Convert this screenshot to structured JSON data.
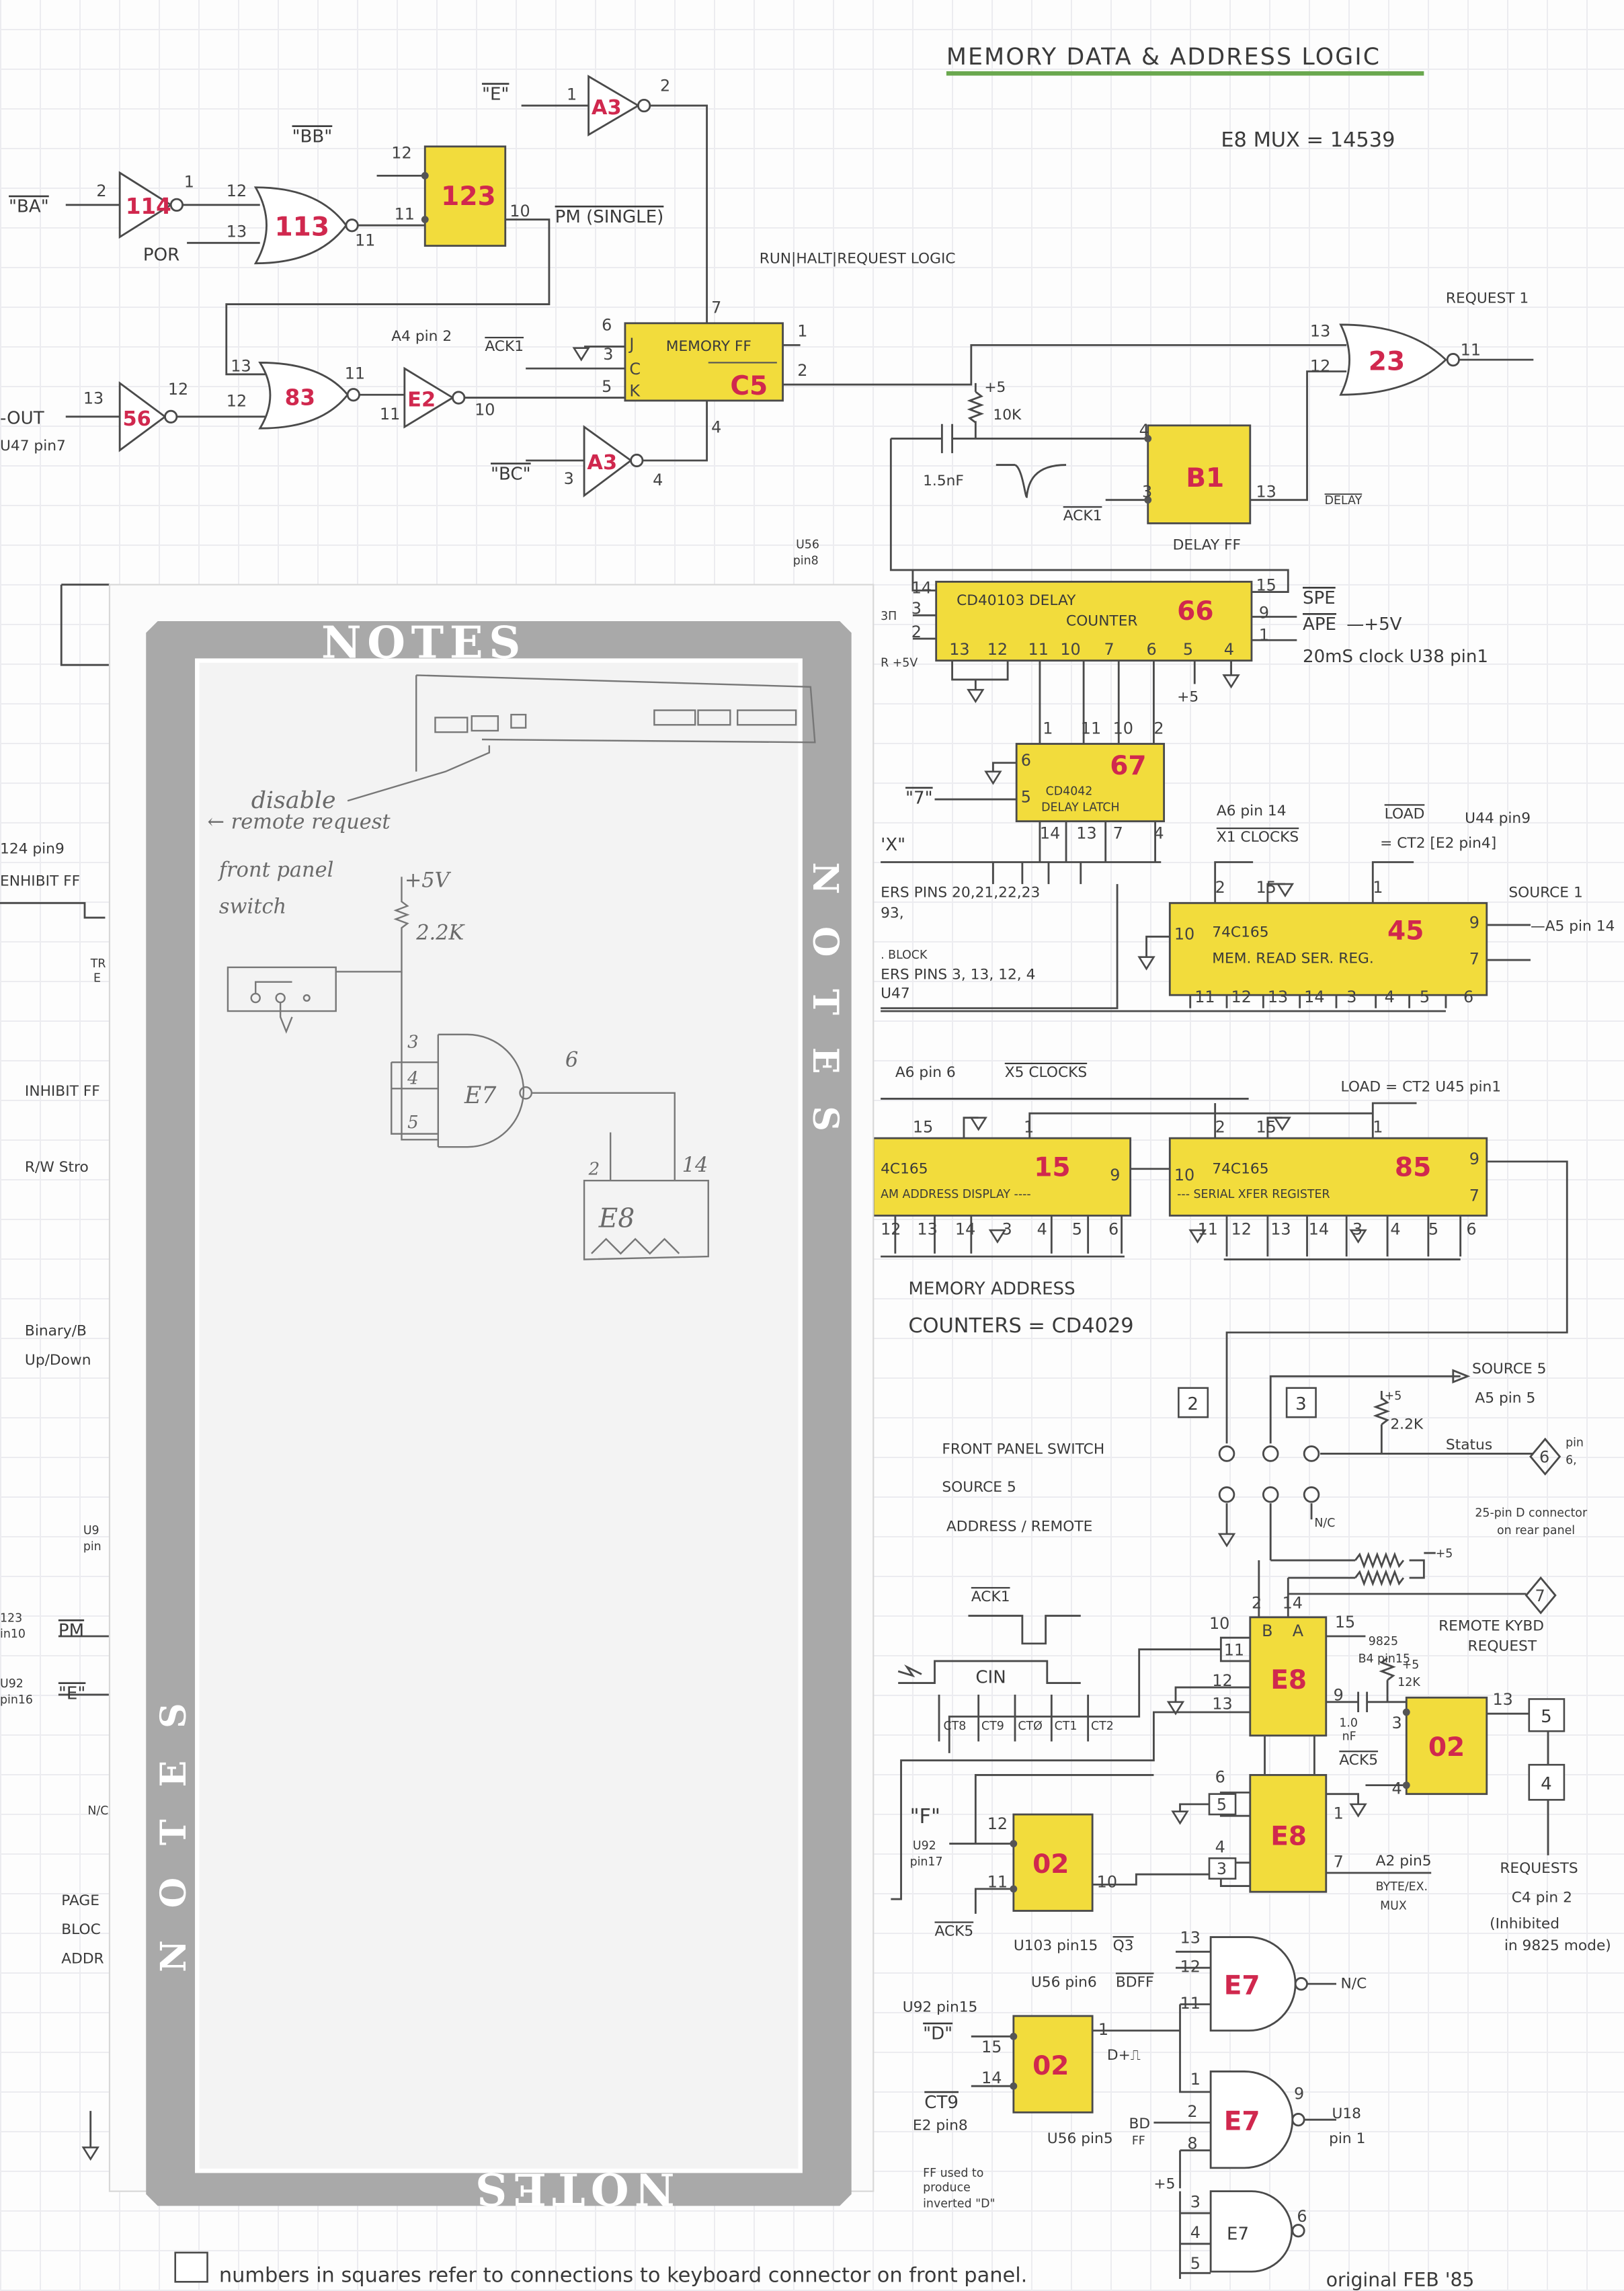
{
  "title": "MEMORY DATA & ADDRESS LOGIC",
  "e8_mux_note": "E8 MUX = 14539",
  "section_run_halt": "RUN|HALT|REQUEST LOGIC",
  "chips": {
    "u114": "114",
    "u113": "113",
    "u123": "123",
    "a3_top": "A3",
    "a3_bot": "A3",
    "u83": "83",
    "e2": "E2",
    "u56": "56",
    "c5": "C5",
    "c5_name": "MEMORY FF",
    "u23": "23",
    "b1": "B1",
    "b1_name": "DELAY FF",
    "u66": "66",
    "u66_name1": "CD40103 DELAY",
    "u66_name2": "COUNTER",
    "u67": "67",
    "u67_name1": "CD4042",
    "u67_name2": "DELAY LATCH",
    "u45": "45",
    "u45_name1": "74C165",
    "u45_name2": "MEM. READ SER. REG.",
    "u15": "15",
    "u15_name1": "4C165",
    "u15_name2": "AM ADDRESS DISPLAY ----",
    "u85": "85",
    "u85_name1": "74C165",
    "u85_name2": "--- SERIAL XFER REGISTER",
    "e8a": "E8",
    "e8b": "E8",
    "u02a": "02",
    "u02b": "02",
    "u02c": "02",
    "e7a": "E7",
    "e7b": "E7",
    "e7c": "E7"
  },
  "signals": {
    "e_bar": "\"E\"",
    "bb_bar": "\"BB\"",
    "ba_bar": "\"BA\"",
    "por": "POR",
    "pm_single": "PM (SINGLE)",
    "a4_pin2": "A4 pin 2",
    "ack1": "ACK1",
    "cout": "-OUT",
    "u47_pin7": "U47 pin7",
    "bc_bar": "\"BC\"",
    "request1": "REQUEST 1",
    "plus5": "+5",
    "r10k": "10K",
    "c15nf": "1.5nF",
    "delay_bar": "DELAY",
    "u56_pin8a": "U56",
    "u56_pin8b": "pin8",
    "spe": "SPE",
    "ape": "APE",
    "ape_5v": "—+5V",
    "clock20": "20mS clock U38 pin1",
    "r_5v": "R +5V",
    "three_t": "3Π",
    "seven_bar": "\"7\"",
    "x_q": "'X\"",
    "ers_pins1": "ERS  PINS  20,21,22,23",
    "n93": "93,",
    "block": ". BLOCK",
    "ers_pins2": "ERS  PINS  3, 13, 12, 4",
    "u47": "U47",
    "a6_pin14": "A6 pin 14",
    "x1_clocks": "X1 CLOCKS",
    "load_bar": "LOAD",
    "u44_pin9": "U44 pin9",
    "ct2_e2": "= CT2 [E2 pin4]",
    "source1": "SOURCE 1",
    "a5_pin14": "—A5 pin 14",
    "a6_pin6": "A6 pin 6",
    "x5_clocks": "X5 CLOCKS",
    "load_ct2_u45": "LOAD = CT2  U45 pin1",
    "mem_addr1": "MEMORY ADDRESS",
    "mem_addr2": "COUNTERS = CD4029",
    "source5": "SOURCE 5",
    "a5_pin5": "A5 pin 5",
    "r22k": "2.2K",
    "status": "Status",
    "pin6": "pin",
    "pin6b": "6,",
    "fps1": "FRONT PANEL SWITCH",
    "fps2": "SOURCE 5",
    "fps3": "ADDRESS / REMOTE",
    "nc": "N/C",
    "dconn1": "25-pin D connector",
    "dconn2": "on rear panel",
    "remote_kybd1": "REMOTE KYBD",
    "remote_kybd2": "REQUEST",
    "cin": "CIN",
    "ct8": "CT8",
    "ct9": "CT9",
    "ct0": "CTØ",
    "ct1": "CT1",
    "ct2": "CT2",
    "b9825_1": "9825",
    "b9825_2": "B4 pin15",
    "r12k": "12K",
    "c10nf1": "1.0",
    "c10nf2": "nF",
    "ack5": "ACK5",
    "a2_pin5": "A2 pin5",
    "byte_ex": "BYTE/EX.",
    "mux": "MUX",
    "requests5": "REQUESTS",
    "c4_pin2": "C4 pin 2",
    "inhib1": "(Inhibited",
    "inhib2": "in 9825 mode)",
    "f_q": "\"F\"",
    "u92_pin17a": "U92",
    "u92_pin17b": "pin17",
    "ack5b": "ACK5",
    "u103": "U103 pin15",
    "q3": "Q3",
    "u56_pin6": "U56 pin6",
    "bdff": "BDFF",
    "nc2": "N/C",
    "u92_pin15": "U92 pin15",
    "d_q": "\"D\"",
    "d_pulse": "D+⎍",
    "ct9b": "CT9",
    "e2_pin8": "E2 pin8",
    "ff_used1": "FF used to",
    "ff_used2": "produce",
    "ff_used3": "inverted \"D\"",
    "u56_pin5": "U56 pin5",
    "bd": "BD",
    "ff": "FF",
    "u18a": "U18",
    "u18b": "pin 1",
    "plus5b": "+5"
  },
  "left_partial": {
    "u124": "124 pin9",
    "inhibit_ff_a": "ENHIBIT FF",
    "tr": "TR",
    "e": "E",
    "inhibit_ff_b": "INHIBIT FF",
    "rw": "R/W Stro",
    "binary": "Binary/B",
    "updown": "Up/Down",
    "u9a": "U9",
    "u9b": "pin",
    "p123a": "123",
    "p123b": "in10",
    "pm": "PM",
    "u92a": "U92",
    "u92b": "pin16",
    "e_q": "\"E\"",
    "nc": "N/C",
    "page": "PAGE",
    "bloc": "BLOC",
    "addr": "ADDR"
  },
  "square_boxes": [
    "2",
    "3",
    "5",
    "4",
    "5",
    "3"
  ],
  "diamonds": [
    "6",
    "7"
  ],
  "pins": {
    "g114": [
      "2",
      "1"
    ],
    "g113": [
      "12",
      "13",
      "11"
    ],
    "u123": [
      "12",
      "11",
      "10"
    ],
    "a3t": [
      "1",
      "2"
    ],
    "c5": [
      "6",
      "3",
      "5",
      "7",
      "1",
      "2",
      "4",
      "J",
      "C",
      "K"
    ],
    "g83": [
      "13",
      "12",
      "11"
    ],
    "e2": [
      "11",
      "10"
    ],
    "g56": [
      "13",
      "12"
    ],
    "a3b": [
      "3",
      "4"
    ],
    "g23": [
      "13",
      "12",
      "11"
    ],
    "b1": [
      "4",
      "3",
      "13"
    ],
    "u66": [
      "14",
      "3",
      "2",
      "15",
      "9",
      "1",
      "13",
      "12",
      "11",
      "10",
      "7",
      "6",
      "5",
      "4"
    ],
    "u67_top": [
      "1",
      "11",
      "10",
      "2"
    ],
    "u67_side": [
      "6",
      "5"
    ],
    "u67_bot": [
      "14",
      "13",
      "7",
      "4"
    ],
    "u45_top": [
      "2",
      "15",
      "1"
    ],
    "u45_side": [
      "10",
      "9",
      "7"
    ],
    "u45_bot": [
      "11",
      "12",
      "13",
      "14",
      "3",
      "4",
      "5",
      "6"
    ],
    "u15_top": [
      "15",
      "1"
    ],
    "u15_side": [
      "9"
    ],
    "u15_bot": [
      "12",
      "13",
      "14",
      "3",
      "4",
      "5",
      "6"
    ],
    "u85_top": [
      "2",
      "15",
      "1"
    ],
    "u85_side": [
      "10",
      "9",
      "7"
    ],
    "u85_bot": [
      "11",
      "12",
      "13",
      "14",
      "3",
      "4",
      "5",
      "6"
    ],
    "e8a": [
      "2",
      "14",
      "10",
      "11",
      "12",
      "13",
      "15",
      "9",
      "B",
      "A",
      "3",
      "4",
      "13"
    ],
    "e8b": [
      "6",
      "4",
      "1",
      "7"
    ],
    "u02a": [
      "12",
      "11",
      "10"
    ],
    "u02c": [
      "15",
      "14",
      "1"
    ],
    "e7a": [
      "13",
      "12",
      "11"
    ],
    "e7b": [
      "1",
      "2",
      "8",
      "9"
    ],
    "e7c": [
      "3",
      "4",
      "5",
      "6"
    ]
  },
  "notes_overlay": {
    "header": "NOTES",
    "disable1": "disable",
    "disable2": "← remote request",
    "fps1": "front panel",
    "fps2": "switch",
    "plus5v": "+5V",
    "r22k": "2.2K",
    "p3": "3",
    "p4": "4",
    "p5": "5",
    "p6": "6",
    "p2": "2",
    "p14": "14",
    "e7": "E7",
    "e8": "E8"
  },
  "footnote": "numbers in squares refer to connections to keyboard connector on front panel.",
  "original_date": "original  FEB '85",
  "colors": {
    "chip_fill": "#f2dc3c",
    "chip_label": "#d0284e",
    "title_underline": "#6aa84f",
    "notes_frame": "#a9a9a9"
  }
}
